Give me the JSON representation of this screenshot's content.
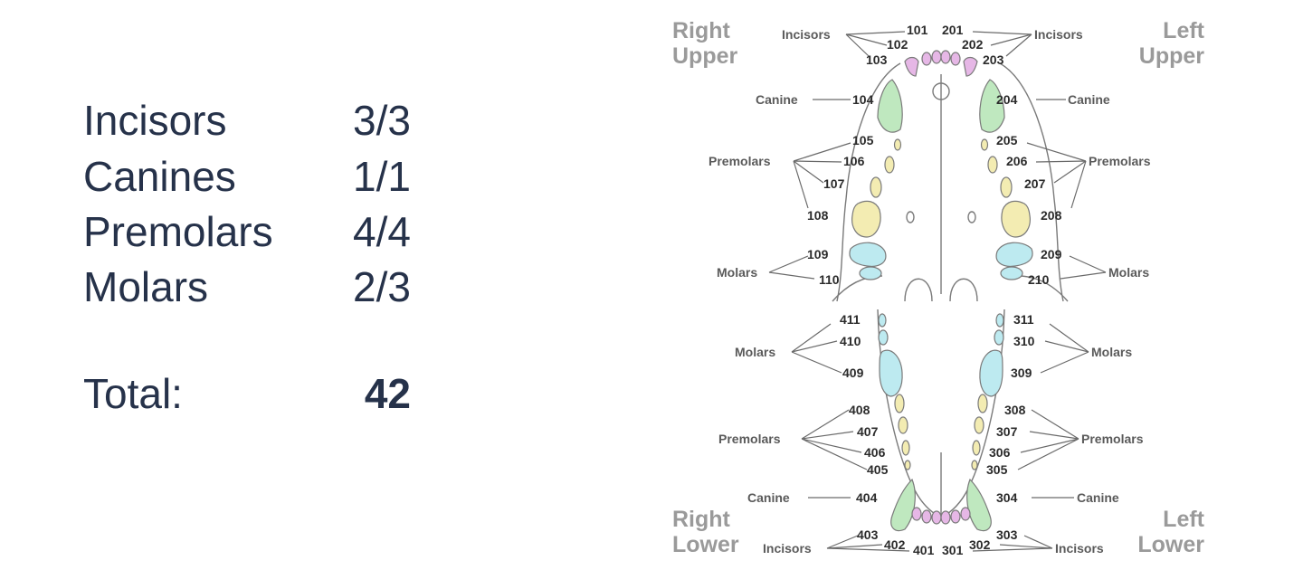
{
  "formula": {
    "rows": [
      {
        "label": "Incisors",
        "value": "3/3"
      },
      {
        "label": "Canines",
        "value": "1/1"
      },
      {
        "label": "Premolars",
        "value": "4/4"
      },
      {
        "label": "Molars",
        "value": "2/3"
      }
    ],
    "total_label": "Total:",
    "total_value": "42"
  },
  "chart": {
    "quadrants": {
      "right_upper": [
        "Right",
        "Upper"
      ],
      "left_upper": [
        "Left",
        "Upper"
      ],
      "right_lower": [
        "Right",
        "Lower"
      ],
      "left_lower": [
        "Left",
        "Lower"
      ]
    },
    "groups": {
      "incisors": "Incisors",
      "canine": "Canine",
      "premolars": "Premolars",
      "molars": "Molars"
    },
    "colors": {
      "incisor": "#e6b7e6",
      "canine": "#bfe8bf",
      "premolar": "#f3ecb2",
      "molar": "#bdeaf0",
      "outline": "#7a7a7a"
    },
    "teeth": [
      "101",
      "102",
      "103",
      "104",
      "105",
      "106",
      "107",
      "108",
      "109",
      "110",
      "201",
      "202",
      "203",
      "204",
      "205",
      "206",
      "207",
      "208",
      "209",
      "210",
      "301",
      "302",
      "303",
      "304",
      "305",
      "306",
      "307",
      "308",
      "309",
      "310",
      "311",
      "401",
      "402",
      "403",
      "404",
      "405",
      "406",
      "407",
      "408",
      "409",
      "410",
      "411"
    ]
  }
}
